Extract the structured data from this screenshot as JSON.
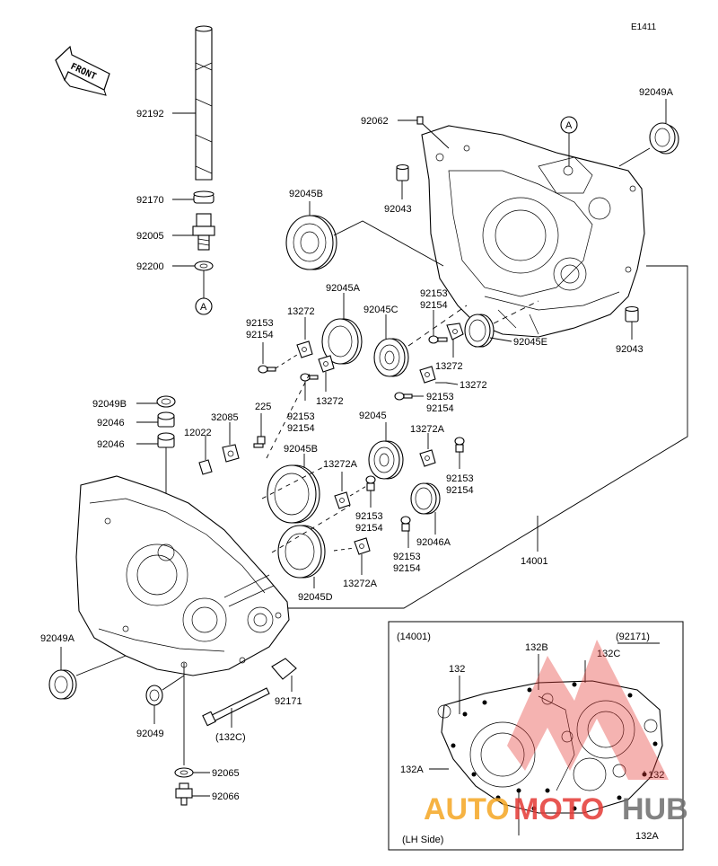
{
  "diagram_code": "E1411",
  "front_label": "FRONT",
  "labels": {
    "p92192": "92192",
    "p92170": "92170",
    "p92005": "92005",
    "p92200": "92200",
    "refA1": "A",
    "p92062": "92062",
    "p92043a": "92043",
    "refA2": "A",
    "p92049A_top": "92049A",
    "p92045B_top": "92045B",
    "p92045A": "92045A",
    "p92045C": "92045C",
    "p92045E": "92045E",
    "p92043b": "92043",
    "p92153_1": "92153",
    "p92154_1": "92154",
    "p13272_1": "13272",
    "p92153_2": "92153",
    "p92154_2": "92154",
    "p13272_2": "13272",
    "p92153_3": "92153",
    "p92154_3": "92154",
    "p13272_3": "13272",
    "p13272_4": "13272",
    "p92153_4": "92153",
    "p92154_4": "92154",
    "p92049B": "92049B",
    "p92046a": "92046",
    "p92046b": "92046",
    "p12022": "12022",
    "p32085": "32085",
    "p225": "225",
    "p92045": "92045",
    "p13272A_1": "13272A",
    "p92045B_mid": "92045B",
    "p13272A_2": "13272A",
    "p92153_5": "92153",
    "p92154_5": "92154",
    "p92153_6": "92153",
    "p92154_6": "92154",
    "p92046A": "92046A",
    "p92153_7": "92153",
    "p92154_7": "92154",
    "p13272A_3": "13272A",
    "p92045D": "92045D",
    "p14001": "14001",
    "p92049A_left": "92049A",
    "p92049": "92049",
    "p92171": "92171",
    "p132C": "(132C)",
    "p92065": "92065",
    "p92066": "92066"
  },
  "inset": {
    "title": "(14001)",
    "side": "(LH Side)",
    "ref92171": "(92171)",
    "l132": "132",
    "l132B": "132B",
    "l132C": "132C",
    "l132A_left": "132A",
    "l132_right": "132",
    "l132A_bottom": "132A"
  },
  "watermark": {
    "part1": "AUTO",
    "part2": "MOTO",
    "part3": "HUB",
    "color_orange": "#f5a623",
    "color_red": "#e53935",
    "color_gray": "#6d6d6d"
  }
}
